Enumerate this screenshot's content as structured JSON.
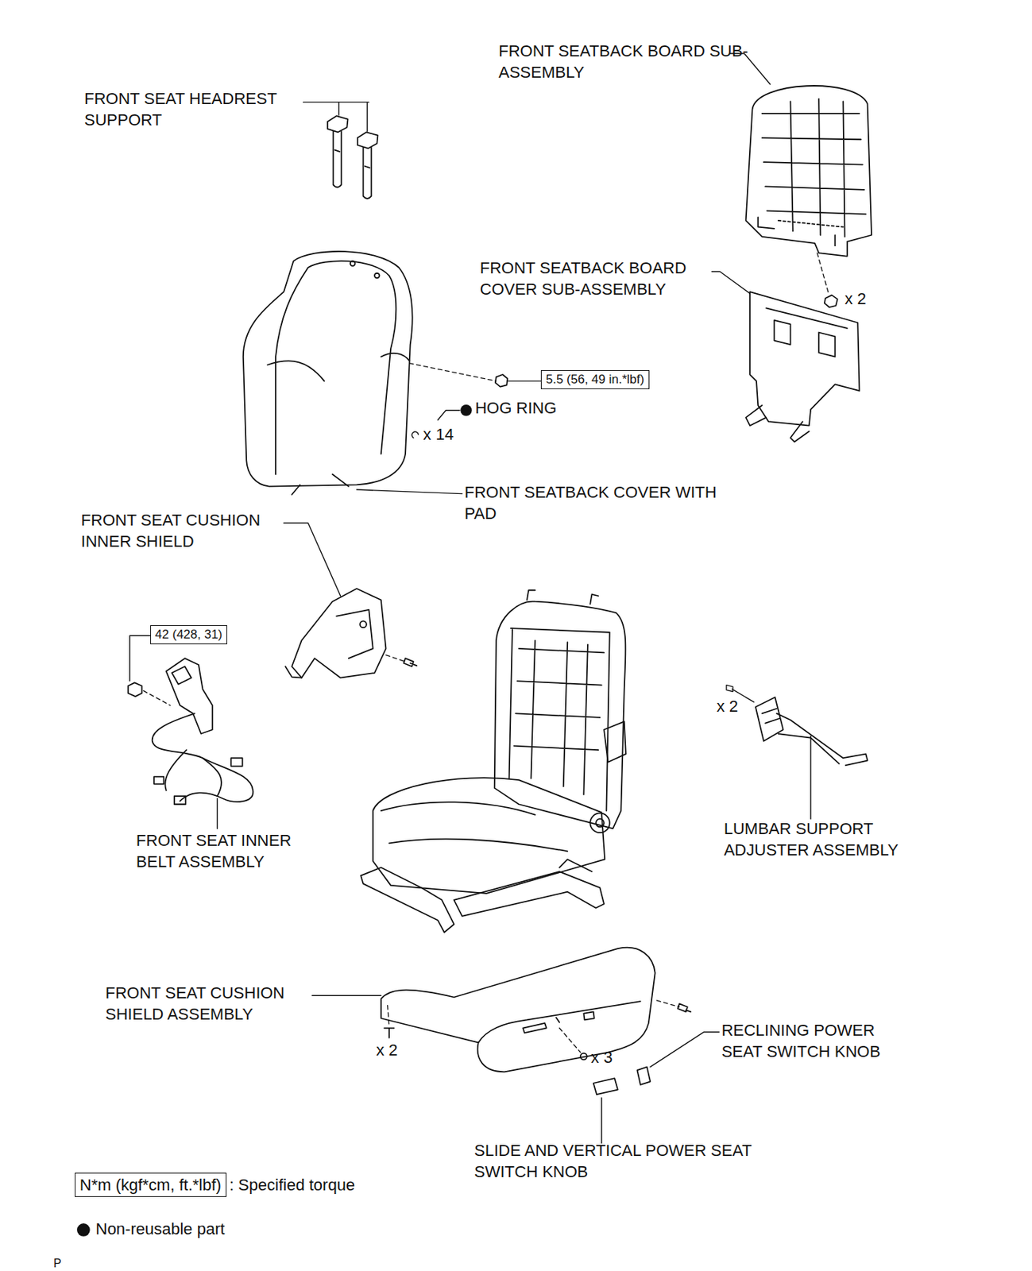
{
  "diagram": {
    "nodes": [
      {
        "text": [
          "5.5 (56, 49 in.*lbf)"
        ]
      },
      {
        "text": [
          "42 (428, 31)"
        ]
      },
      {
        "text": [
          "N*m (kgf*cm, ft.*lbf)"
        ]
      }
    ],
    "edges": [],
    "labels": [
      "FRONT SEAT HEADREST SUPPORT",
      "FRONT SEATBACK BOARD SUB-ASSEMBLY",
      "x 2",
      "FRONT SEATBACK BOARD COVER SUB-ASSEMBLY",
      "HOG RING",
      "x 14",
      "FRONT SEATBACK COVER WITH PAD",
      "FRONT SEAT CUSHION INNER SHIELD",
      "x 2",
      "FRONT SEAT INNER BELT ASSEMBLY",
      "LUMBAR SUPPORT ADJUSTER ASSEMBLY",
      "FRONT SEAT CUSHION SHIELD ASSEMBLY",
      "x 2",
      "x 3",
      "RECLINING POWER SEAT SWITCH KNOB",
      "SLIDE AND VERTICAL POWER SEAT SWITCH KNOB",
      "P"
    ],
    "legend": [
      {
        "text": ": Specified torque"
      },
      {
        "text": "Non-reusable part"
      }
    ]
  }
}
